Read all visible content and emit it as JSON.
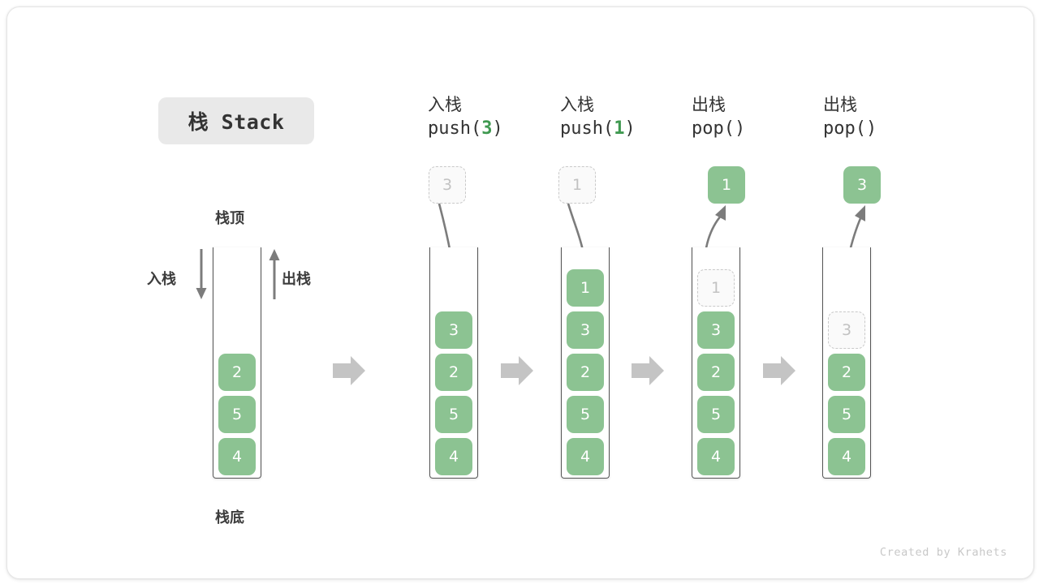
{
  "title": {
    "label": "栈 Stack"
  },
  "credit": "Created by Krahets",
  "colors": {
    "element_fill": "#8cc392",
    "element_text": "#ffffff",
    "ghost_border": "#c9c9c9",
    "ghost_text": "#c2c2c2",
    "accent_green": "#3f9950",
    "arrow_gray": "#9e9e9e",
    "container_stroke": "#555555",
    "chip_bg": "#e9e9e9",
    "text_dark": "#333333"
  },
  "left_panel": {
    "label_top": "栈顶",
    "label_bottom": "栈底",
    "label_push": "入栈",
    "label_pop": "出栈",
    "push_arrow_direction": "down",
    "pop_arrow_direction": "up",
    "stack": [
      "2",
      "5",
      "4"
    ]
  },
  "steps": [
    {
      "id": "push-3",
      "heading_cn": "入栈",
      "code_prefix": "push(",
      "code_arg": "3",
      "code_suffix": ")",
      "float": {
        "value": "3",
        "style": "ghost",
        "role": "incoming"
      },
      "motion": "down-into-stack",
      "stack": [
        {
          "value": "3",
          "style": "filled"
        },
        {
          "value": "2",
          "style": "filled"
        },
        {
          "value": "5",
          "style": "filled"
        },
        {
          "value": "4",
          "style": "filled"
        }
      ]
    },
    {
      "id": "push-1",
      "heading_cn": "入栈",
      "code_prefix": "push(",
      "code_arg": "1",
      "code_suffix": ")",
      "float": {
        "value": "1",
        "style": "ghost",
        "role": "incoming"
      },
      "motion": "down-into-stack",
      "stack": [
        {
          "value": "1",
          "style": "filled"
        },
        {
          "value": "3",
          "style": "filled"
        },
        {
          "value": "2",
          "style": "filled"
        },
        {
          "value": "5",
          "style": "filled"
        },
        {
          "value": "4",
          "style": "filled"
        }
      ]
    },
    {
      "id": "pop-1",
      "heading_cn": "出栈",
      "code_prefix": "pop(",
      "code_arg": "",
      "code_suffix": ")",
      "float": {
        "value": "1",
        "style": "filled",
        "role": "outgoing"
      },
      "motion": "up-out-of-stack",
      "stack": [
        {
          "value": "1",
          "style": "ghost"
        },
        {
          "value": "3",
          "style": "filled"
        },
        {
          "value": "2",
          "style": "filled"
        },
        {
          "value": "5",
          "style": "filled"
        },
        {
          "value": "4",
          "style": "filled"
        }
      ]
    },
    {
      "id": "pop-3",
      "heading_cn": "出栈",
      "code_prefix": "pop(",
      "code_arg": "",
      "code_suffix": ")",
      "float": {
        "value": "3",
        "style": "filled",
        "role": "outgoing"
      },
      "motion": "up-out-of-stack",
      "stack": [
        {
          "value": "3",
          "style": "ghost"
        },
        {
          "value": "2",
          "style": "filled"
        },
        {
          "value": "5",
          "style": "filled"
        },
        {
          "value": "4",
          "style": "filled"
        }
      ]
    }
  ],
  "step_arrows": [
    "→",
    "→",
    "→",
    "→"
  ]
}
